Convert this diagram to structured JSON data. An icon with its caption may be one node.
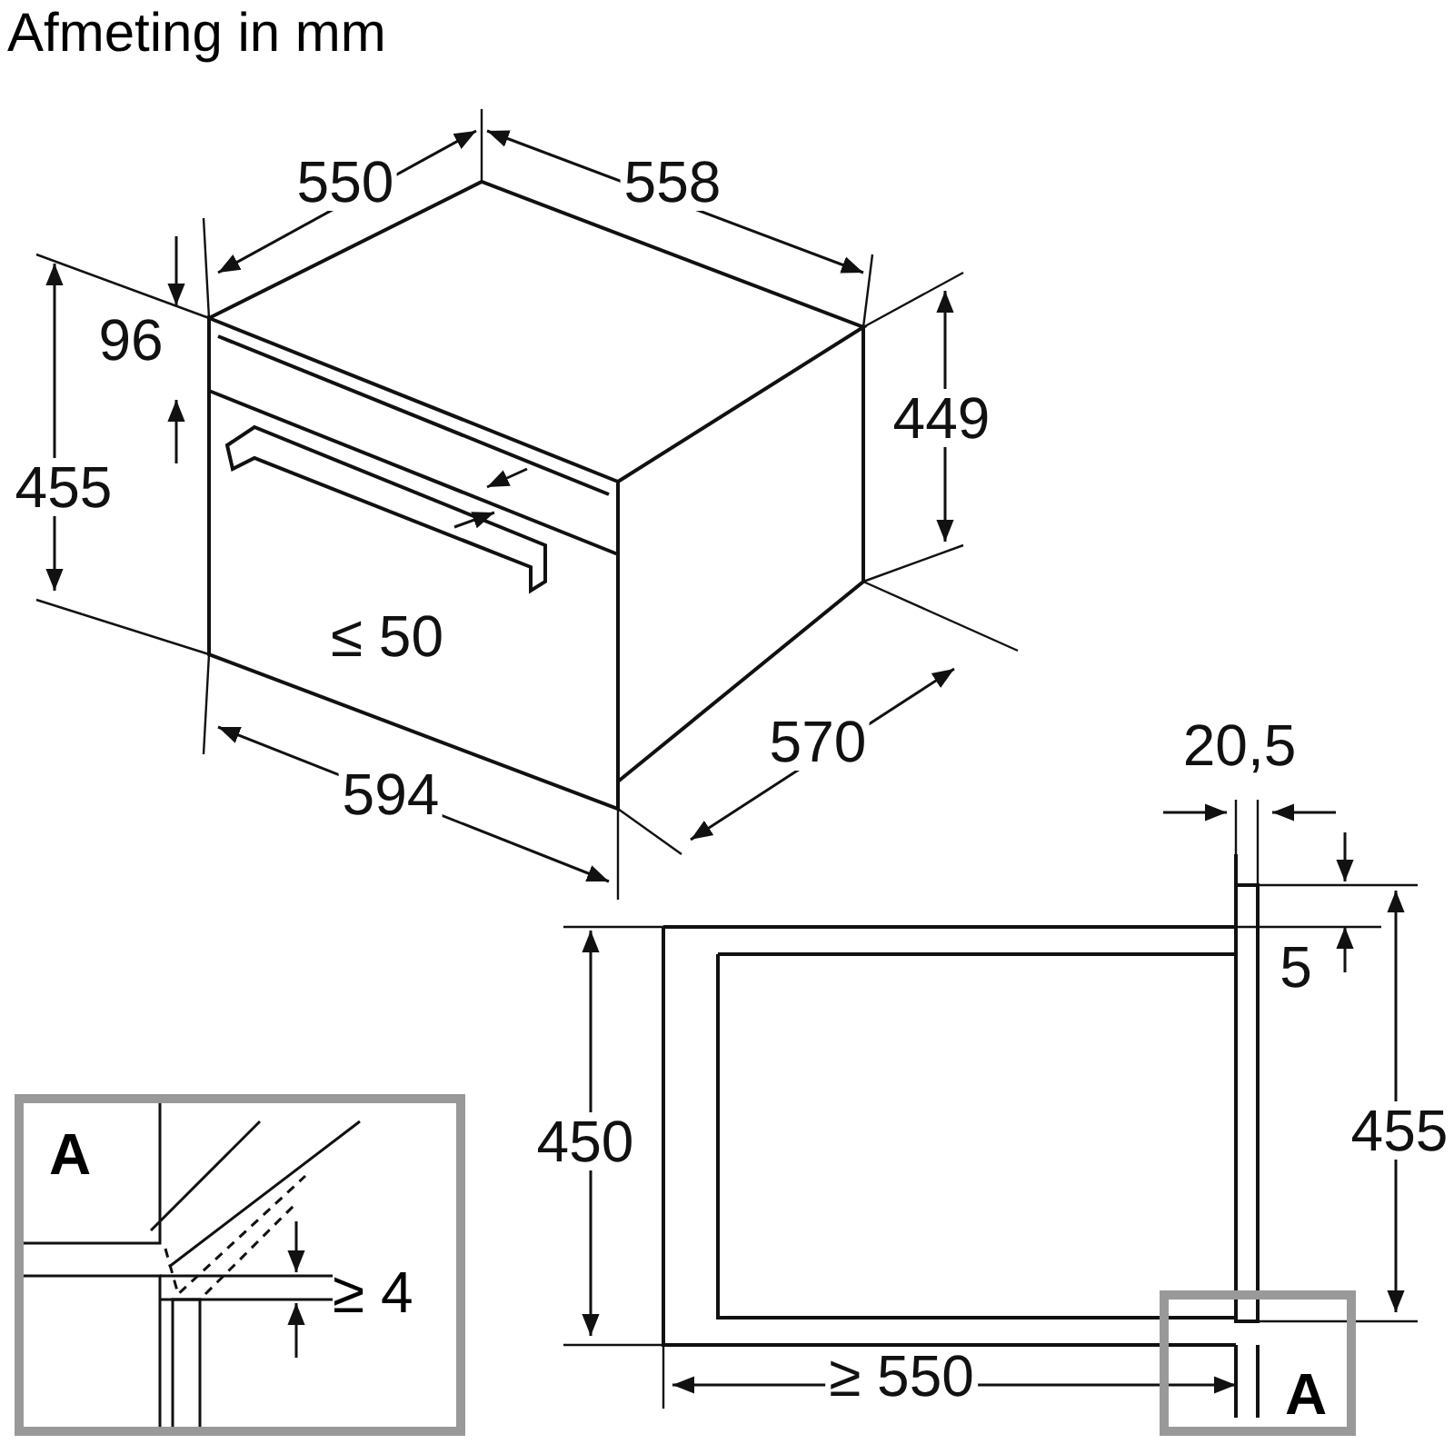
{
  "diagram": {
    "title": "Afmeting in mm",
    "nodes": [
      {
        "text": [
          "A",
          "≥ 4"
        ]
      },
      {
        "text": [
          "A"
        ]
      }
    ],
    "edges": [],
    "labels": [
      "550",
      "558",
      "96",
      "455",
      "449",
      "≤ 50",
      "570",
      "594",
      "20,5",
      "5",
      "450",
      "455",
      "≥ 550"
    ]
  }
}
